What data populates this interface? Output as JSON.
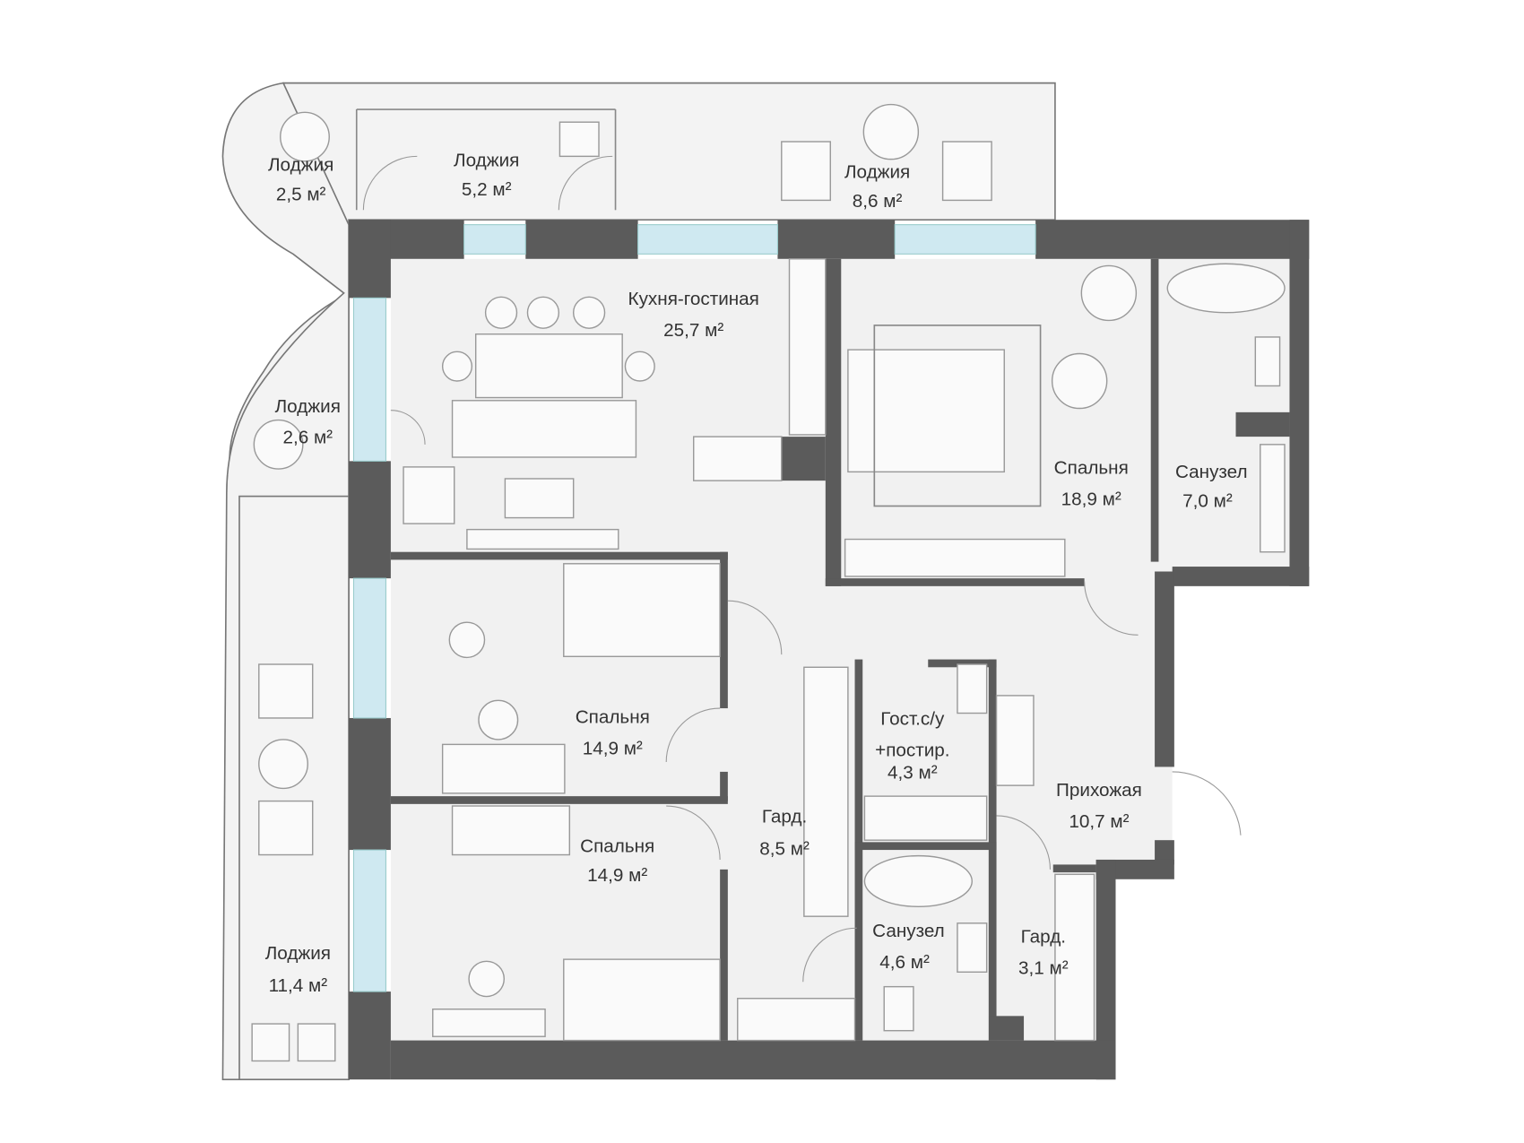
{
  "plan": {
    "rooms": [
      {
        "name": "Лоджия",
        "area": "2,5 м²"
      },
      {
        "name": "Лоджия",
        "area": "5,2 м²"
      },
      {
        "name": "Лоджия",
        "area": "8,6 м²"
      },
      {
        "name": "Кухня-гостиная",
        "area": "25,7 м²"
      },
      {
        "name": "Лоджия",
        "area": "2,6 м²"
      },
      {
        "name": "Спальня",
        "area": "18,9 м²"
      },
      {
        "name": "Санузел",
        "area": "7,0 м²"
      },
      {
        "name": "Спальня",
        "area": "14,9 м²"
      },
      {
        "name": "Гост.с/у",
        "name2": "+постир.",
        "area": "4,3 м²"
      },
      {
        "name": "Прихожая",
        "area": "10,7 м²"
      },
      {
        "name": "Гард.",
        "area": "8,5 м²"
      },
      {
        "name": "Спальня",
        "area": "14,9 м²"
      },
      {
        "name": "Санузел",
        "area": "4,6 м²"
      },
      {
        "name": "Гард.",
        "area": "3,1 м²"
      },
      {
        "name": "Лоджия",
        "area": "11,4 м²"
      }
    ],
    "colors": {
      "wall": "#5b5b5b",
      "floor": "#f1f1f1",
      "window": "#cfe9f1"
    }
  }
}
